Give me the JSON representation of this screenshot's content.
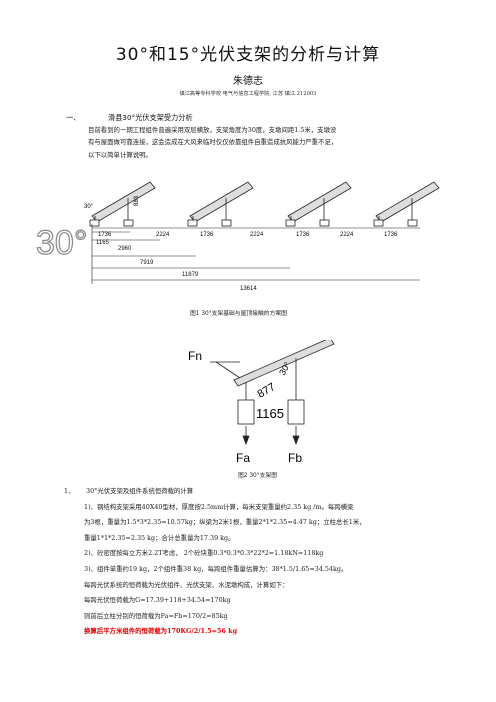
{
  "doc": {
    "title": "30°和15°光伏支架的分析与计算",
    "author": "朱德志",
    "affiliation": "镇江高等专科学校 电气与信息工程学院, 江苏 镇江 212003",
    "section1": {
      "number": "一、",
      "heading": "滑县30°光伏支架受力分析",
      "paragraph": [
        "目前看到的一期工程组件普遍采用双层横放，支架角度为30度，支墩间距1.5米，支墩没",
        "有与屋面做可靠连接，这会造成在大风来临时仅仅依靠组件自重造成抗风能力严重不足，",
        "以下以简单计算说明。"
      ]
    },
    "figure1": {
      "caption": "图1  30°支架基础与屋顶接触的方案图",
      "big_angle_label": "30°",
      "height_label": "883",
      "angle_small_label": "30°",
      "span_labels": [
        "1736",
        "2224",
        "1736",
        "2224",
        "1736",
        "2224",
        "1736"
      ],
      "dim_labels": [
        "1165",
        "2960",
        "7919",
        "11879",
        "13614"
      ]
    },
    "figure2": {
      "caption": "图2  30°支架图",
      "force_n": "Fn",
      "force_a": "Fa",
      "force_b": "Fb",
      "len_label": "877",
      "angle_label": "30°",
      "base_label": "1165"
    },
    "section2": {
      "number": "1、",
      "heading": "30°光伏支架及组件系统恒荷载的计算",
      "lines": [
        "1)、钢结构支架采用40X40型材，厚度按2.5mm计算，每米支架重量约2.35 kg /m。每跨横梁",
        "为3根，重量为1.5*3*2.35=10.57kg；纵梁为2米1根，重量2*1*2.35=4.47 kg；立柱总长1米，",
        "重量1*1*2.35=2.35 kg；合计总重量为17.39 kg。",
        "2)、砼密度按每立方米2.2T考虑，  2个砼块重0.3*0.3*0.3*22*2=1.18kN=118kg",
        "3)、组件单重约19 kg，2个组件重38 kg，每跨组件重量估算为：38*1.5/1.65=34.54kg。",
        "每跨光伏系统的恒荷载为光伏组件、光伏支架、水泥墩构成，计算如下：",
        "每跨光伏恒荷载为G=17.39+118+34.54=170kg",
        "则前后立柱分别的恒荷载为Fa=Fb=170/2=85kg"
      ],
      "highlight": "换算后平方米组件的恒荷载为170KG/2/1.5=56 kg"
    }
  }
}
